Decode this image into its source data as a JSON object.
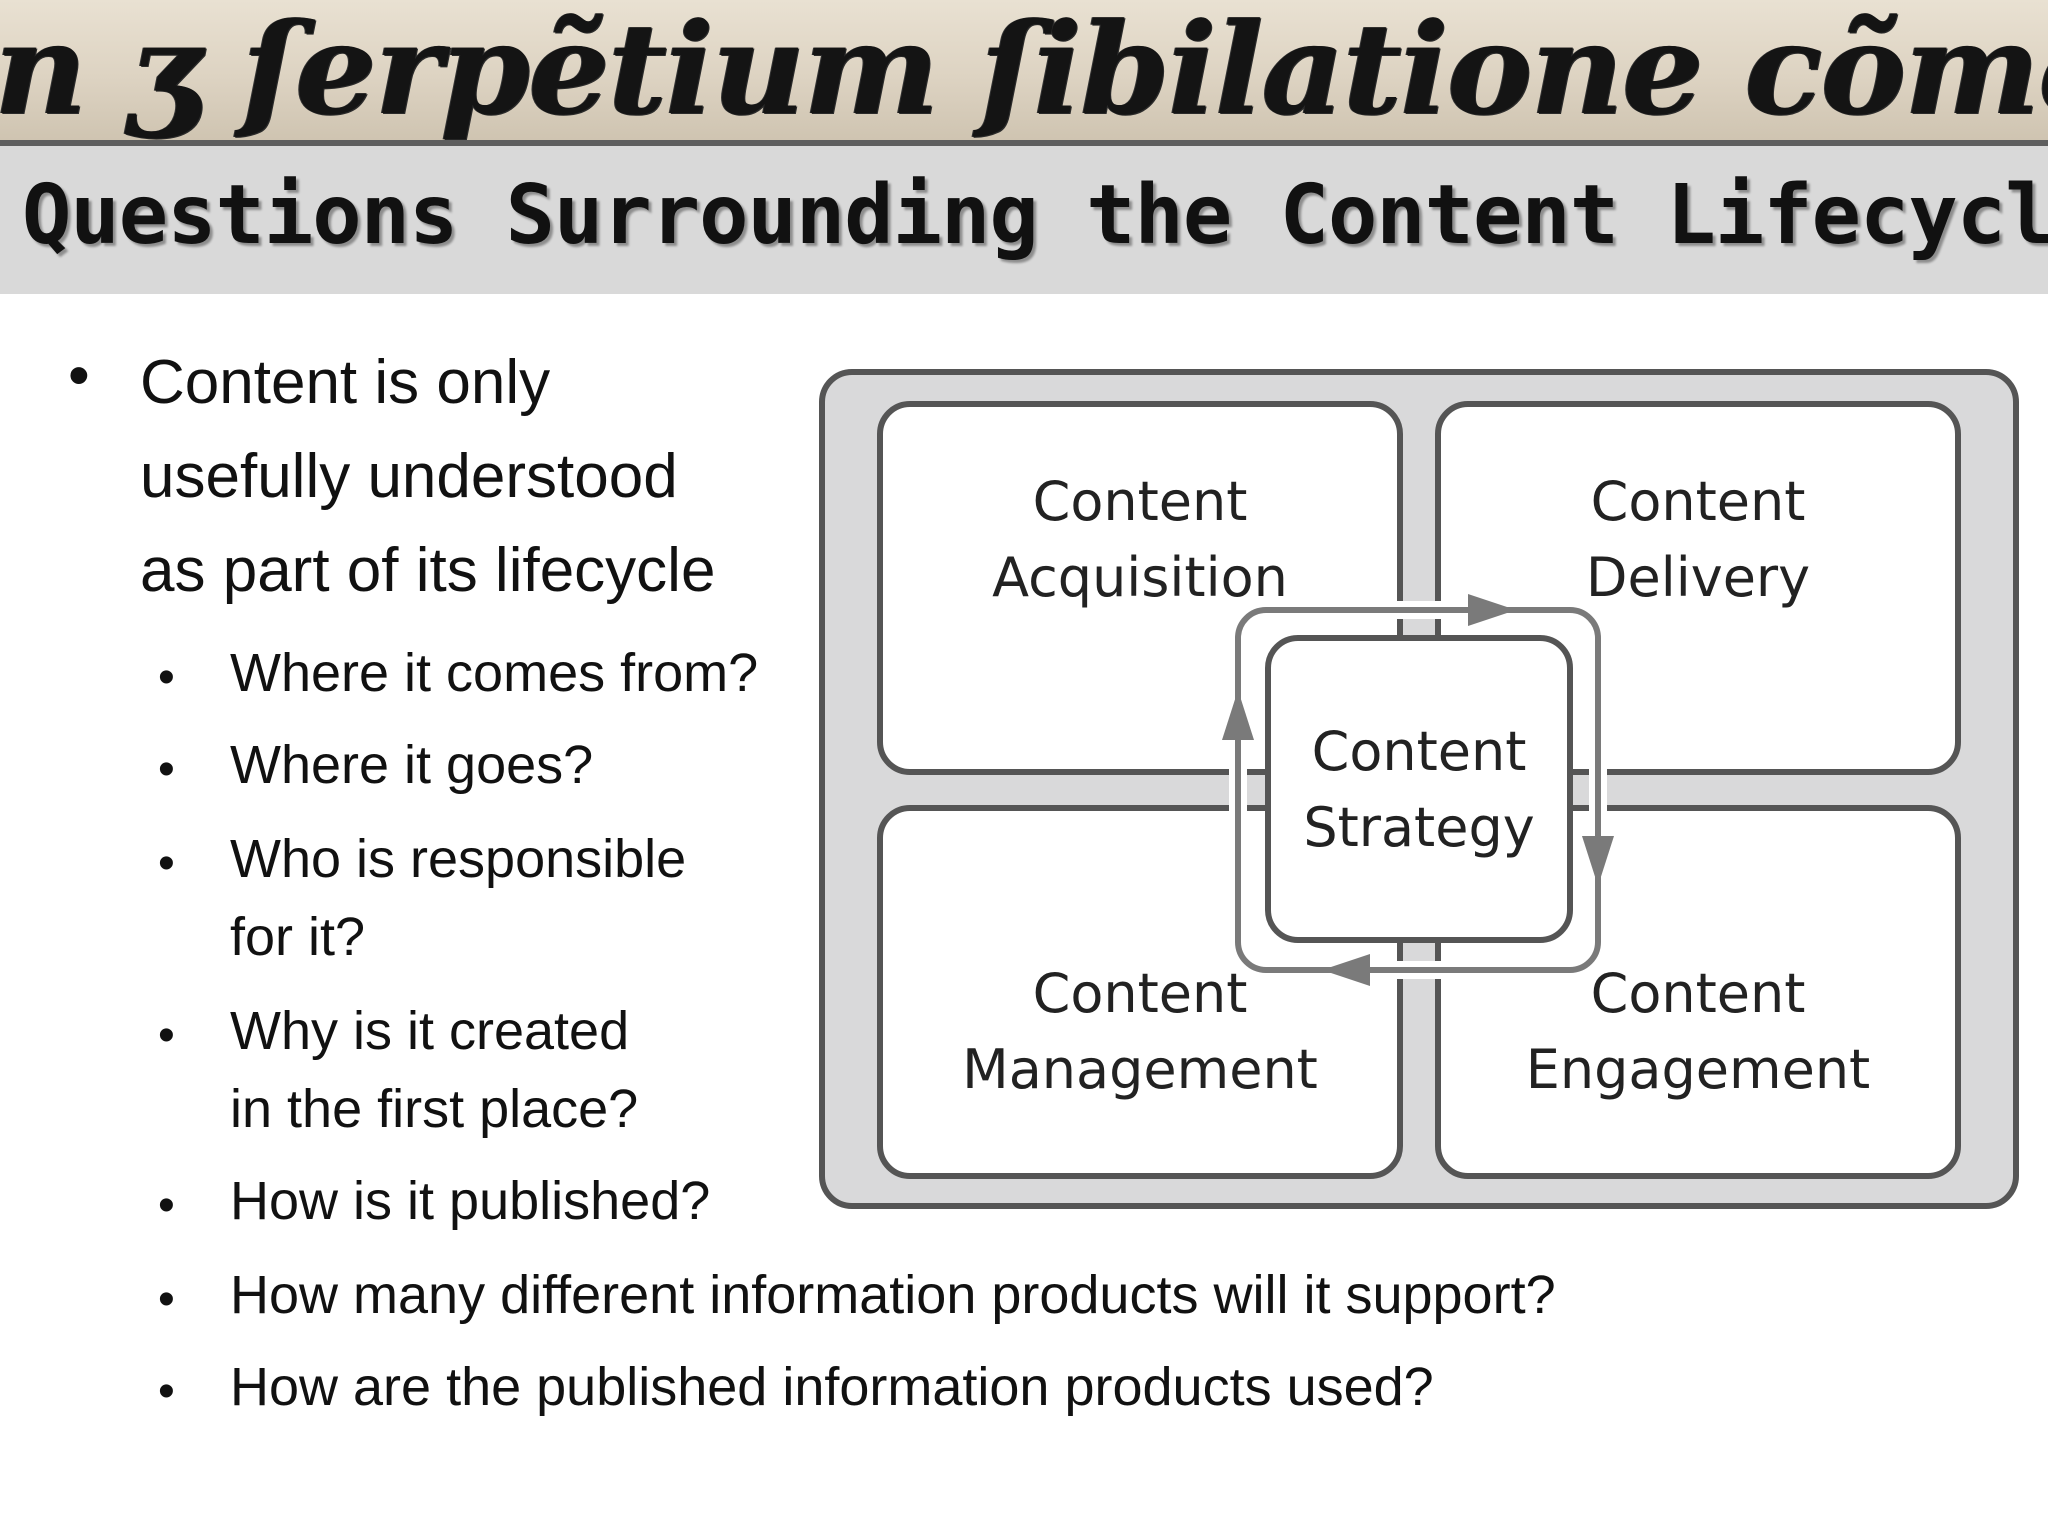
{
  "banner": {
    "text": "n ʒ ſerpẽtium ſibilatione cõmori-"
  },
  "title": "Questions Surrounding the Content Lifecycle",
  "main_bullet": {
    "line1": "Content is only",
    "line2": "usefully understood",
    "line3": "as part of its lifecycle"
  },
  "sub_bullets": [
    {
      "line1": "Where it comes from?"
    },
    {
      "line1": "Where it goes?"
    },
    {
      "line1": "Who is responsible",
      "line2": "for it?"
    },
    {
      "line1": "Why is it created",
      "line2": "in the first place?"
    },
    {
      "line1": "How is it published?"
    },
    {
      "line1": "How many different information products will it support?"
    },
    {
      "line1": "How are the published information products used?"
    }
  ],
  "bullet_glyph": "•",
  "diagram": {
    "acquisition": {
      "line1": "Content",
      "line2": "Acquisition"
    },
    "delivery": {
      "line1": "Content",
      "line2": "Delivery"
    },
    "management": {
      "line1": "Content",
      "line2": "Management"
    },
    "engagement": {
      "line1": "Content",
      "line2": "Engagement"
    },
    "strategy": {
      "line1": "Content",
      "line2": "Strategy"
    }
  },
  "colors": {
    "outer_fill": "#d9d9da",
    "box_stroke": "#555555",
    "arrow": "#7a7a7a"
  }
}
